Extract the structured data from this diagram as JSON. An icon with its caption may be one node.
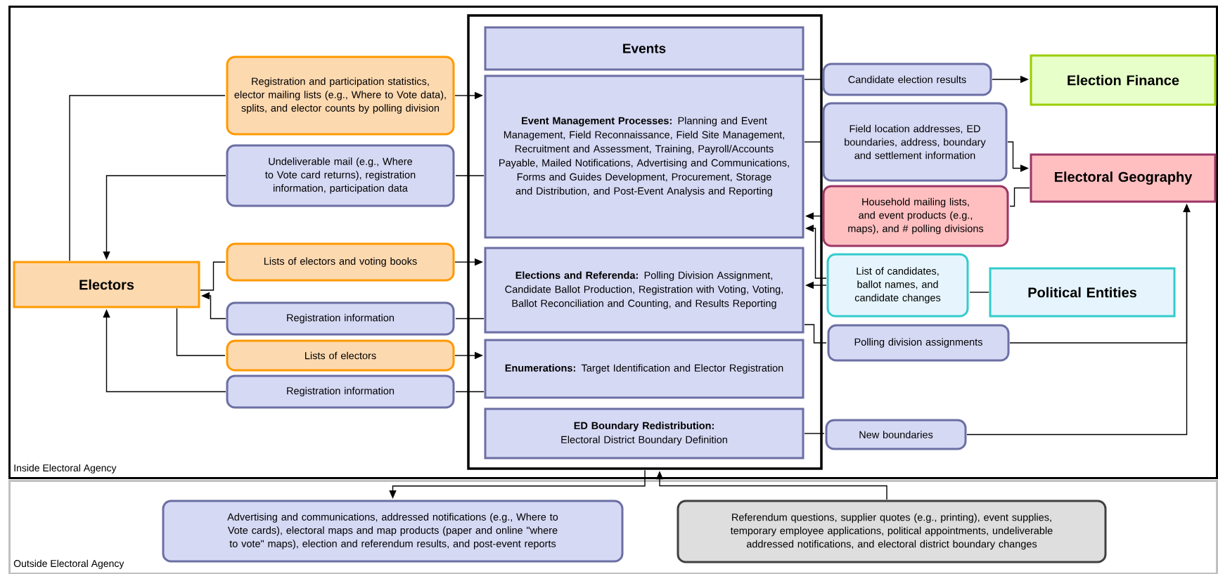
{
  "diagram": {
    "nodes": [
      {
        "text": [
          "Inside Electoral Agency"
        ]
      },
      {
        "text": [],
        "shape": "box",
        "in": 0
      },
      {
        "text": [
          "Events"
        ],
        "in": 1
      },
      {
        "text": [
          "**Event Management Processes:** Planning and Event Management, Field Reconnaissance, Field Site Management, Recruitment and Assessment, Training, Payroll/Accounts Payable, Mailed Notifications, Advertising and Communications, Forms and Guides Development, Procurement, Storage and Distribution, and Post-Event Analysis and Reporting"
        ],
        "in": 1
      },
      {
        "text": [
          "**Elections and Referenda:** Polling Division Assignment, Candidate Ballot Production, Registration with Voting, Voting, Ballot Reconciliation and Counting, and Results Reporting"
        ],
        "in": 1
      },
      {
        "text": [
          "**Enumerations:** Target Identification and Elector Registration"
        ],
        "in": 1
      },
      {
        "text": [
          "**ED Boundary Redistribution:** Electoral District Boundary Definition"
        ],
        "in": 1
      },
      {
        "text": [
          "Electors"
        ],
        "in": 0
      },
      {
        "text": [
          "Registration and participation statistics, elector mailing lists (e.g., Where to Vote data), splits, and elector counts by polling division"
        ],
        "in": 0
      },
      {
        "text": [
          "Undeliverable mail (e.g., Where to Vote card returns), registration information, participation data"
        ],
        "in": 0
      },
      {
        "text": [
          "Lists of electors and voting books"
        ],
        "in": 0
      },
      {
        "text": [
          "Registration information"
        ],
        "in": 0
      },
      {
        "text": [
          "Lists of electors"
        ],
        "in": 0
      },
      {
        "text": [
          "Registration information"
        ],
        "in": 0
      },
      {
        "text": [
          "Candidate election results"
        ],
        "in": 0
      },
      {
        "text": [
          "Field location addresses, ED boundaries, address, boundary and settlement information"
        ],
        "in": 0
      },
      {
        "text": [
          "Household mailing lists, and event products (e.g., maps), and # polling divisions"
        ],
        "in": 0
      },
      {
        "text": [
          "List of candidates, ballot names, and candidate changes"
        ],
        "in": 0
      },
      {
        "text": [
          "Polling division assignments"
        ],
        "in": 0
      },
      {
        "text": [
          "New boundaries"
        ],
        "in": 0
      },
      {
        "text": [
          "Election Finance"
        ],
        "in": 0
      },
      {
        "text": [
          "Electoral Geography"
        ],
        "in": 0
      },
      {
        "text": [
          "Political Entities"
        ],
        "in": 0
      },
      {
        "text": [
          "Outside Electoral Agency"
        ]
      },
      {
        "text": [
          "Advertising and communications, addressed notifications (e.g., Where to Vote cards), electoral maps and map products (paper and online \"where to vote\" maps), election and referendum results, and post-event reports"
        ],
        "in": 23
      },
      {
        "text": [
          "Referendum questions, supplier quotes (e.g., printing), event supplies, temporary employee applications, political appointments, undeliverable addressed notifications, and electoral district boundary changes"
        ],
        "in": 23
      }
    ],
    "edges": [
      {
        "from": 7,
        "to": 8,
        "arrow": "none"
      },
      {
        "from": 8,
        "to": 3,
        "arrow": "to"
      },
      {
        "from": 3,
        "to": 9,
        "arrow": "none"
      },
      {
        "from": 9,
        "to": 7,
        "arrow": "to"
      },
      {
        "from": 7,
        "to": 10,
        "arrow": "none"
      },
      {
        "from": 10,
        "to": 4,
        "arrow": "to"
      },
      {
        "from": 4,
        "to": 11,
        "arrow": "none"
      },
      {
        "from": 11,
        "to": 7,
        "arrow": "to"
      },
      {
        "from": 7,
        "to": 12,
        "arrow": "none"
      },
      {
        "from": 12,
        "to": 5,
        "arrow": "to"
      },
      {
        "from": 5,
        "to": 13,
        "arrow": "none"
      },
      {
        "from": 13,
        "to": 7,
        "arrow": "to"
      },
      {
        "from": 3,
        "to": 14,
        "arrow": "none"
      },
      {
        "from": 14,
        "to": 20,
        "arrow": "to"
      },
      {
        "from": 3,
        "to": 15,
        "arrow": "none"
      },
      {
        "from": 15,
        "to": 21,
        "arrow": "to"
      },
      {
        "from": 21,
        "to": 16,
        "arrow": "none"
      },
      {
        "from": 16,
        "to": 3,
        "arrow": "to"
      },
      {
        "from": 22,
        "to": 17,
        "arrow": "none"
      },
      {
        "from": 17,
        "to": 3,
        "arrow": "to"
      },
      {
        "from": 17,
        "to": 4,
        "arrow": "to"
      },
      {
        "from": 4,
        "to": 18,
        "arrow": "none"
      },
      {
        "from": 18,
        "to": 21,
        "arrow": "to"
      },
      {
        "from": 6,
        "to": 19,
        "arrow": "none"
      },
      {
        "from": 19,
        "to": 21,
        "arrow": "to"
      },
      {
        "from": 1,
        "to": 24,
        "arrow": "to"
      },
      {
        "from": 25,
        "to": 1,
        "arrow": "to"
      }
    ]
  }
}
